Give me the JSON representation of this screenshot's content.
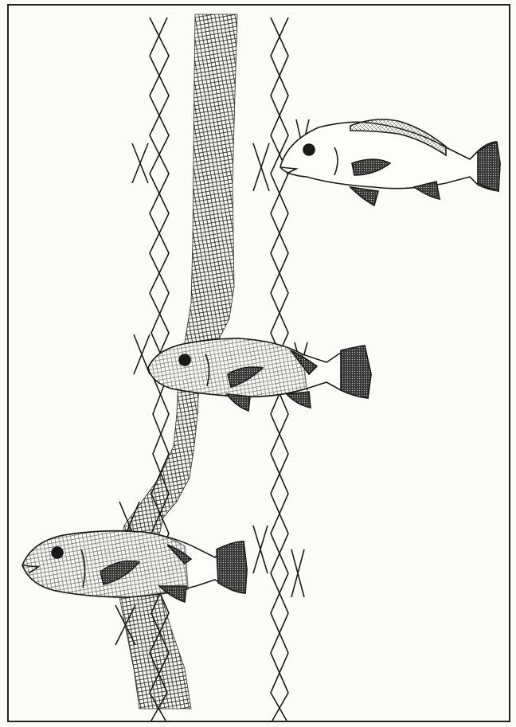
{
  "figure": {
    "colors": {
      "ink": "#1a1a1a",
      "paper": "#fbfbf9",
      "border": "#222222",
      "mesh": "#2b2b2b"
    },
    "fish": [
      {
        "id": "fish-1",
        "caught": false
      },
      {
        "id": "fish-2",
        "caught": true
      },
      {
        "id": "fish-3",
        "caught": true
      }
    ]
  }
}
